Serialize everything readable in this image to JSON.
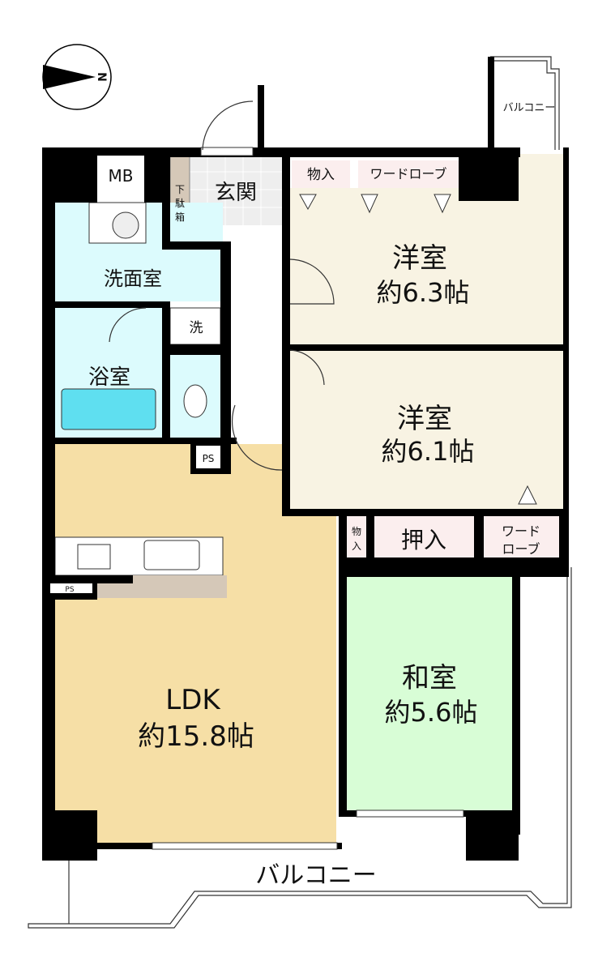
{
  "compass": {
    "label": "N"
  },
  "rooms": {
    "mb": "MB",
    "genkan": "玄関",
    "getabako": [
      "下",
      "駄",
      "箱"
    ],
    "storage_top": "物入",
    "wardrobe_top": "ワードローブ",
    "balcony_small": "バルコニー",
    "western1": {
      "name": "洋室",
      "size": "約6.3帖"
    },
    "western2": {
      "name": "洋室",
      "size": "約6.1帖"
    },
    "washroom": "洗面室",
    "washer": "洗",
    "bath": "浴室",
    "ps1": "PS",
    "ps2": "PS",
    "storage_mid": [
      "物",
      "入"
    ],
    "oshiire": "押入",
    "wardrobe_mid": [
      "ワード",
      "ローブ"
    ],
    "japanese": {
      "name": "和室",
      "size": "約5.6帖"
    },
    "ldk": {
      "name": "LDK",
      "size": "約15.8帖"
    },
    "balcony": "バルコニー"
  },
  "colors": {
    "ldk": "#f6dfa6",
    "western": "#f8f3e3",
    "japanese": "#d8fdd6",
    "water": "#dcfbfd",
    "tub": "#5fdff0",
    "closet": "#fbeeee",
    "genkan": "#eeeeee",
    "getabako": "#d5c8b8"
  }
}
